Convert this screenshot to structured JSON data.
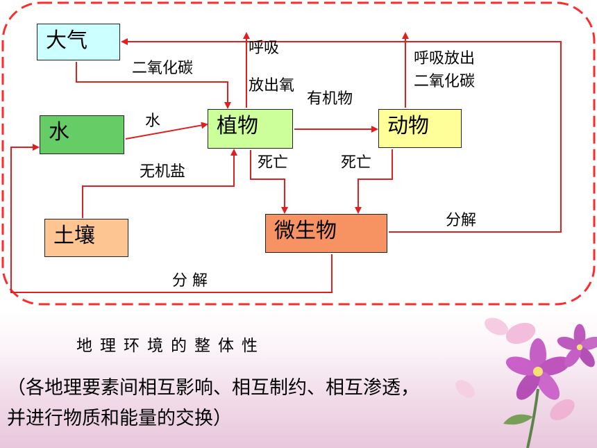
{
  "diagram": {
    "nodes": {
      "atmosphere": "大气",
      "water": "水",
      "plants": "植物",
      "animals": "动物",
      "soil": "土壤",
      "microbes": "微生物"
    },
    "edge_labels": {
      "atmosphere_to_plants": "二氧化碳",
      "plants_respiration": "呼吸",
      "plants_release_oxygen": "放出氧",
      "plants_to_animals": "有机物",
      "animals_respiration": "呼吸放出",
      "animals_release_co2": "二氧化碳",
      "water_to_plants": "水",
      "soil_to_plants": "无机盐",
      "plants_death": "死亡",
      "animals_death": "死亡",
      "microbes_to_atmosphere": "分解",
      "microbes_to_water": "分 解"
    }
  },
  "title": "地理环境的整体性",
  "description": {
    "line1": "（各地理要素间相互影响、相互制约、相互渗透，",
    "line2": "并进行物质和能量的交换）"
  },
  "colors": {
    "arrow": "#e02020",
    "dashed_border": "#ff2a2a",
    "atmosphere_fill": "#ccffff",
    "water_fill": "#66cc66",
    "plants_fill": "#ccff99",
    "animals_fill": "#ffff99",
    "soil_fill": "#fcc591",
    "microbes_fill": "#f79362"
  }
}
